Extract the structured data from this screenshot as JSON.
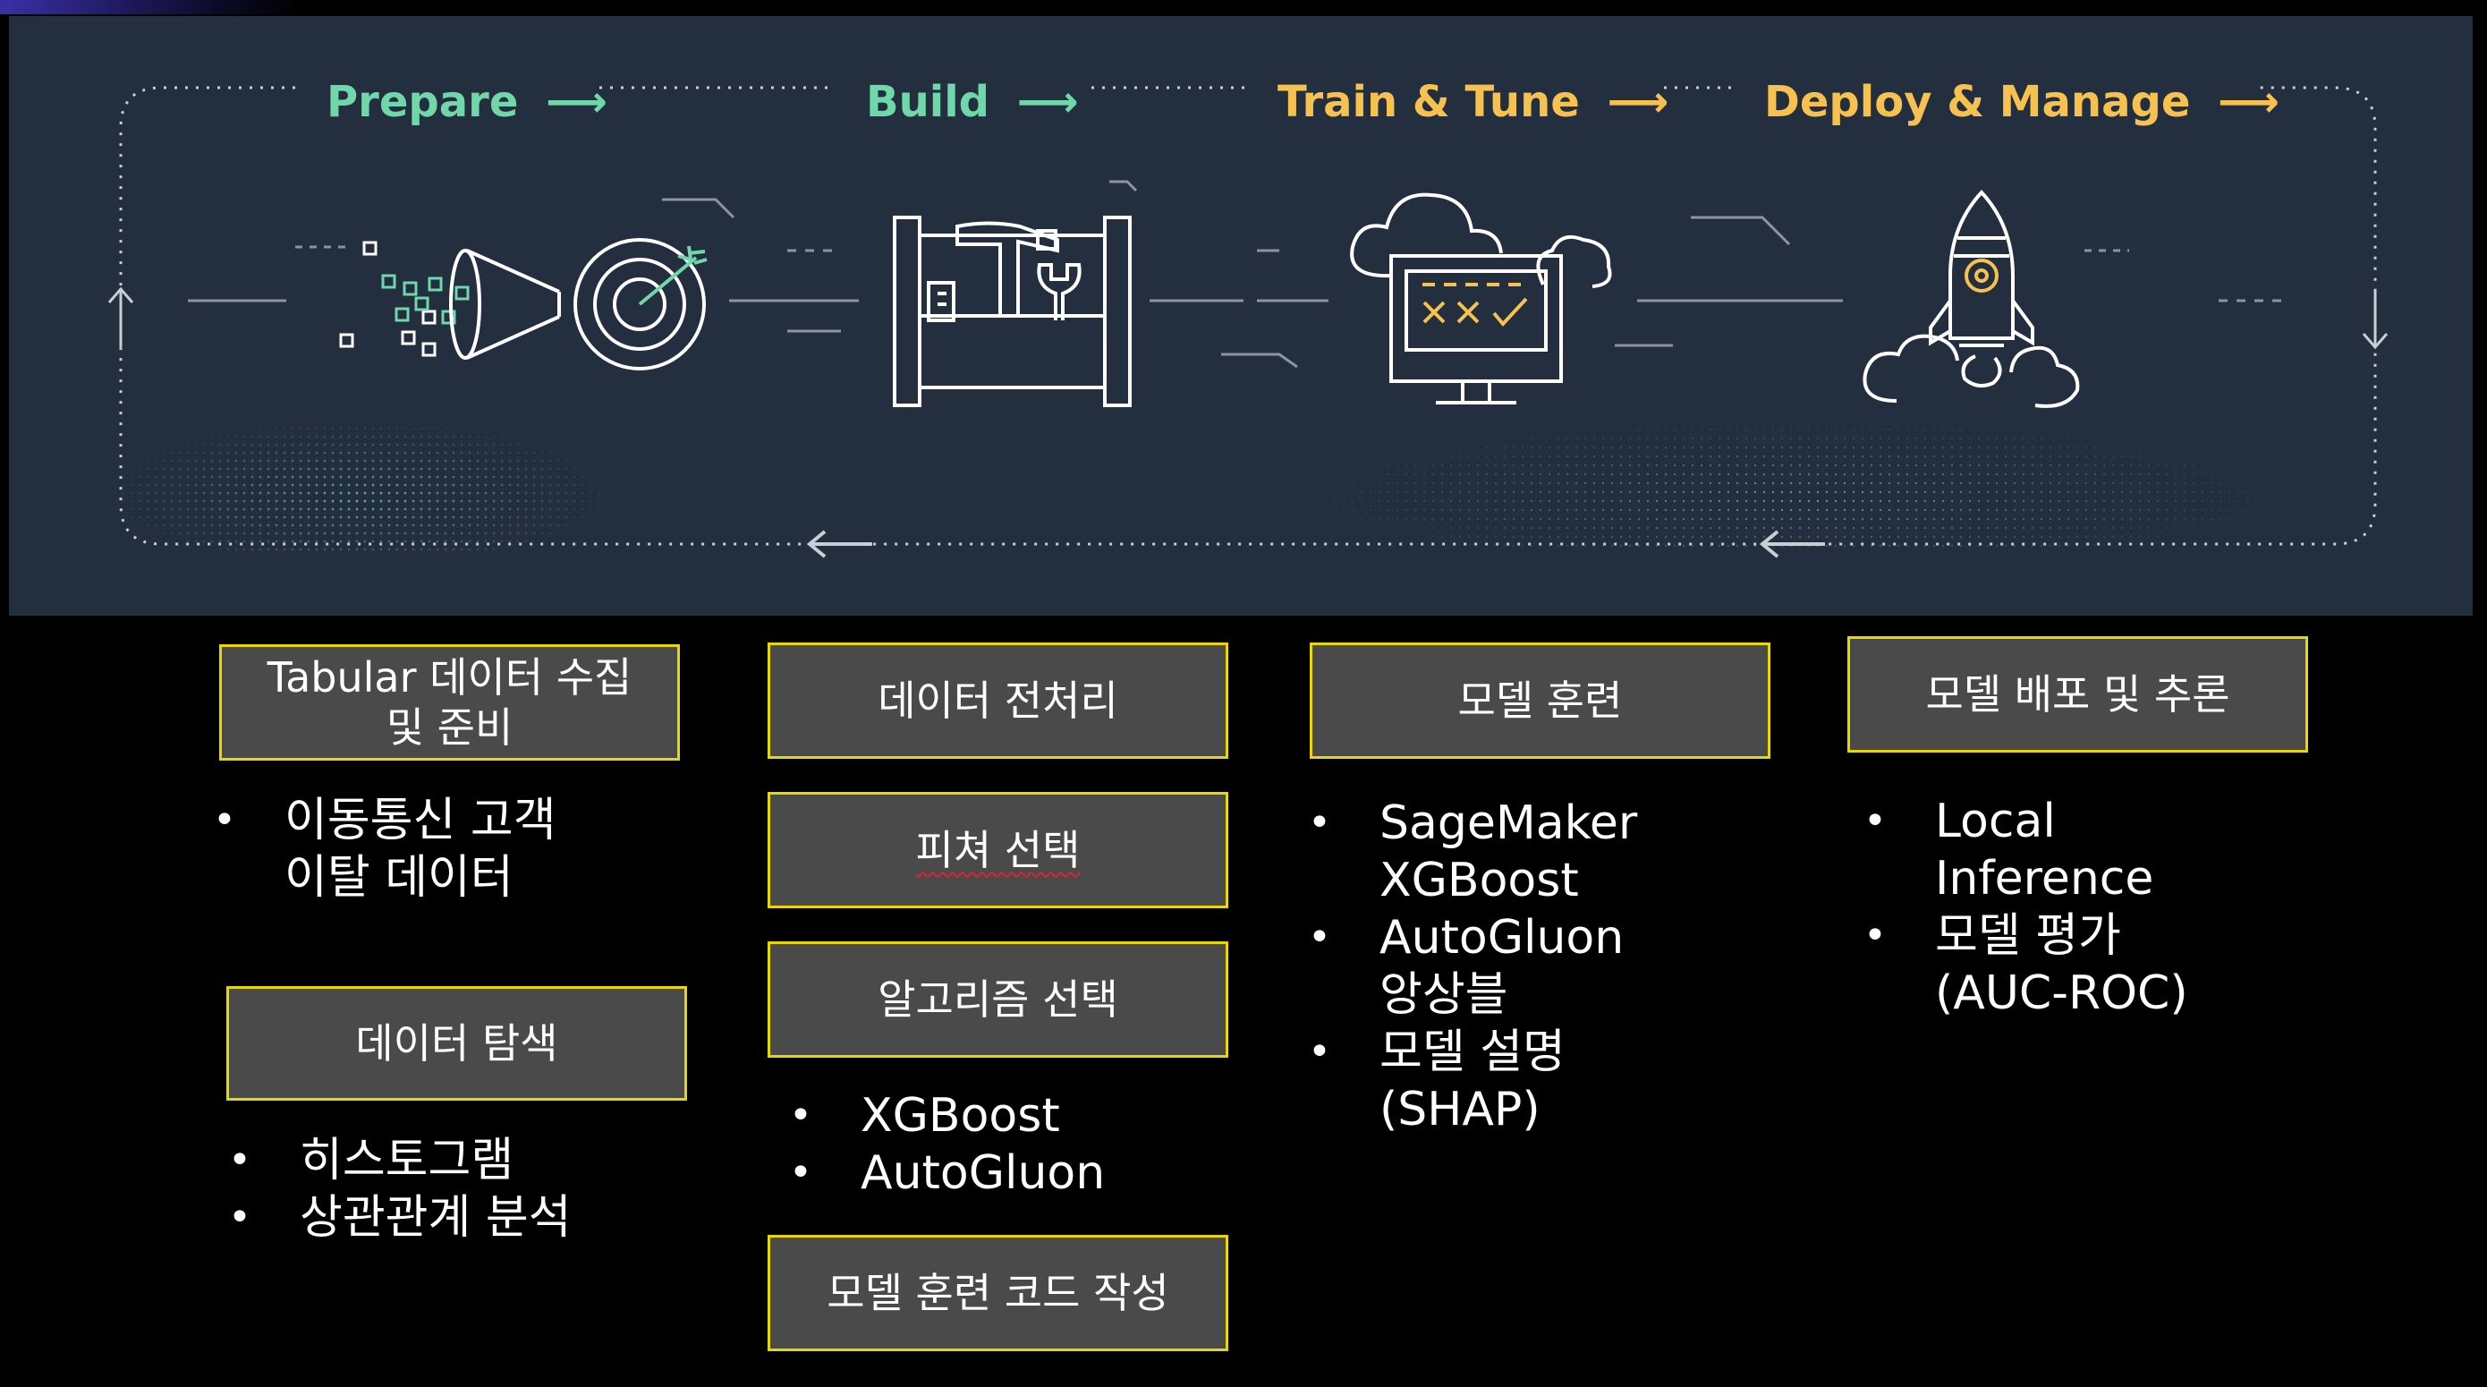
{
  "stages": [
    {
      "label": "Prepare",
      "color": "#6fd7a9"
    },
    {
      "label": "Build",
      "color": "#6fd7a9"
    },
    {
      "label": "Train & Tune",
      "color": "#f7c14f"
    },
    {
      "label": "Deploy & Manage",
      "color": "#f7c14f"
    }
  ],
  "arrow_glyph": "⟶",
  "prepare": {
    "box1_line1": "Tabular 데이터 수집",
    "box1_line2": "및 준비",
    "list1": [
      "이동통신 고객이탈 데이터"
    ],
    "box2": "데이터 탐색",
    "list2": [
      "히스토그램",
      "상관관계 분석"
    ]
  },
  "build": {
    "box1": "데이터 전처리",
    "box2": "피쳐 선택",
    "box3": "알고리즘 선택",
    "list": [
      "XGBoost",
      "AutoGluon"
    ],
    "box4": "모델 훈련 코드 작성"
  },
  "train": {
    "box": "모델 훈련",
    "list": [
      "SageMaker XGBoost",
      "AutoGluon 앙상블",
      "모델 설명 (SHAP)"
    ]
  },
  "deploy": {
    "box": "모델 배포 및 추론",
    "list": [
      "Local Inference",
      "모델 평가 (AUC-ROC)"
    ]
  },
  "icons": [
    "prepare-funnel-target-icon",
    "build-toolbox-icon",
    "train-monitor-clouds-icon",
    "deploy-rocket-icon"
  ],
  "colors": {
    "banner_bg": "#232f3e",
    "box_bg": "#4a4a4a",
    "box_border": "#e8d800",
    "icon_stroke": "#ffffff",
    "green": "#6fd7a9",
    "yellow": "#f7c14f"
  }
}
